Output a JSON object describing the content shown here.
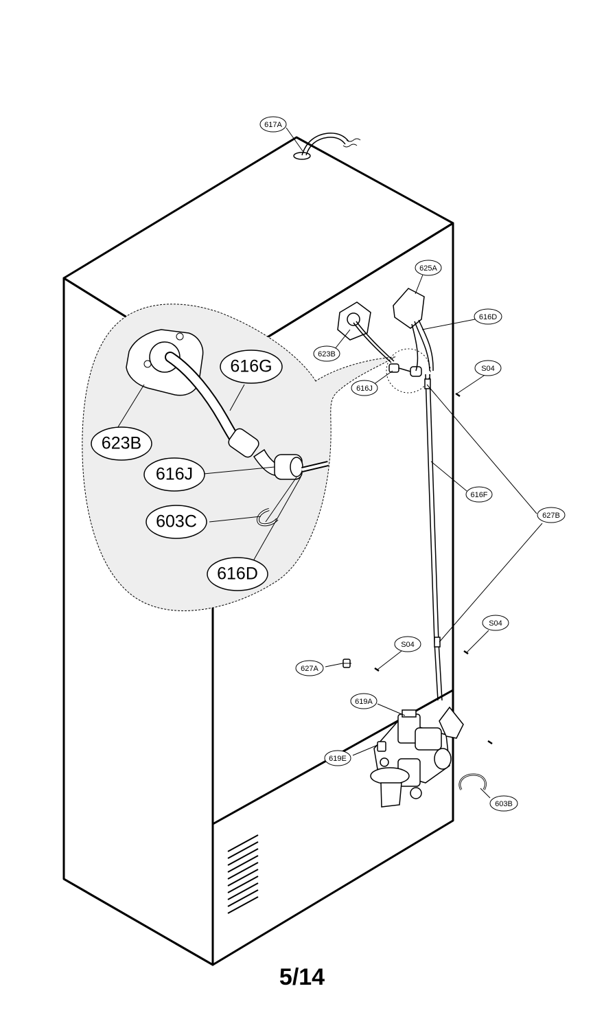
{
  "page_number": "5/14",
  "callouts": {
    "c617A": "617A",
    "c625A": "625A",
    "c616D_small": "616D",
    "c623B_small": "623B",
    "c616J_small": "616J",
    "cS04_top": "S04",
    "c616F": "616F",
    "c627B": "627B",
    "cS04_right": "S04",
    "cS04_mid": "S04",
    "c627A": "627A",
    "c619A": "619A",
    "c619E": "619E",
    "c603B": "603B",
    "c616G_large": "616G",
    "c623B_large": "623B",
    "c616J_large": "616J",
    "c603C_large": "603C",
    "c616D_large": "616D"
  }
}
